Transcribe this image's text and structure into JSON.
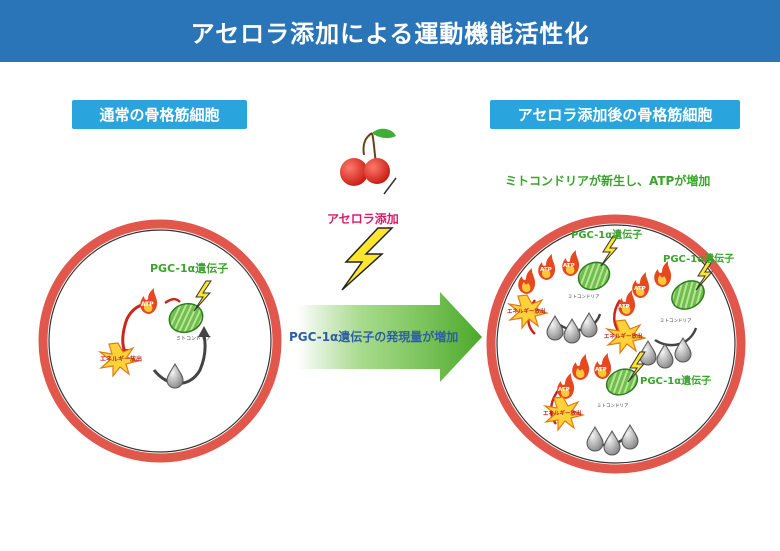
{
  "title": "アセロラ添加による運動機能活性化",
  "left_panel": {
    "label": "通常の骨格筋細胞",
    "gene_label": "PGC-1α遺伝子",
    "atp": "ATP",
    "mito": "ミトコンドリア",
    "energy": "エネルギー放出"
  },
  "middle": {
    "added_label": "アセロラ添加",
    "arrow_text": "PGC-1α遺伝子の発現量が増加"
  },
  "right_panel": {
    "label": "アセロラ添加後の骨格筋細胞",
    "note": "ミトコンドリアが新生し、ATPが増加",
    "gene_label": "PGC-1α遺伝子",
    "atp": "ATP",
    "mito": "ミトコンドリア",
    "energy": "エネルギー放出"
  },
  "colors": {
    "header": "#2a74b8",
    "label_box": "#2aa4dd",
    "cell_ring": "#e2574c",
    "green": "#3aa52c",
    "pink": "#d61c6c",
    "arrow": "#5cb531"
  }
}
